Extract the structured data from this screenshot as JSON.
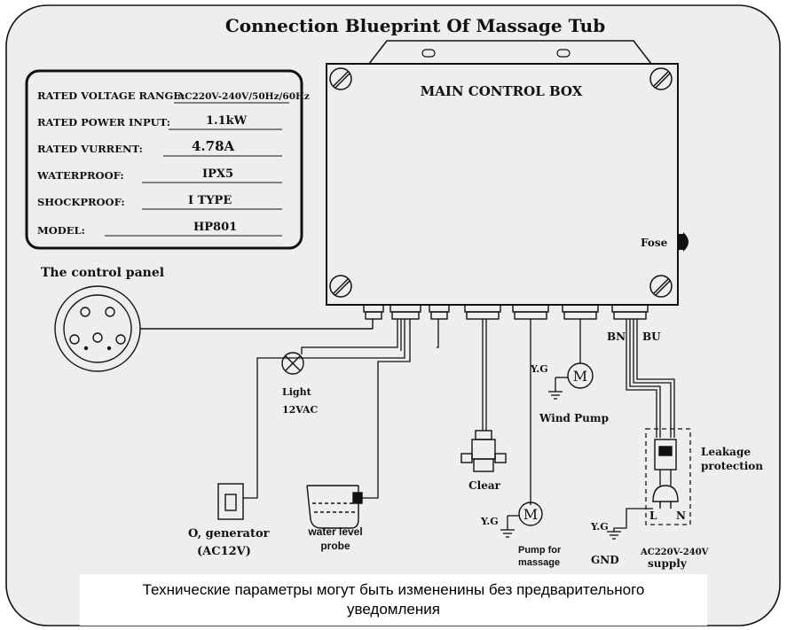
{
  "title": "Connection Blueprint Of Massage Tub",
  "specs": {
    "voltage_label": "RATED VOLTAGE RANGE:",
    "voltage_value": "AC220V-240V/50Hz/60Hz",
    "power_label": "RATED POWER INPUT:",
    "power_value": "1.1kW",
    "current_label": "RATED VURRENT:",
    "current_value": "4.78A",
    "waterproof_label": "WATERPROOF:",
    "waterproof_value": "IPX5",
    "shockproof_label": "SHOCKPROOF:",
    "shockproof_value": "I TYPE",
    "model_label": "MODEL:",
    "model_value": "HP801"
  },
  "control_box": {
    "label": "MAIN CONTROL BOX",
    "fuse_label": "Fose"
  },
  "control_panel": {
    "label": "The control panel"
  },
  "components": {
    "light_line1": "Light",
    "light_line2": "12VAC",
    "o2_line1": "O, generator",
    "o2_line2": "(AC12V)",
    "water_line1": "water level",
    "water_line2": "probe",
    "clear": "Clear",
    "pump_line1": "Pump for",
    "pump_line2": "massage",
    "wind_pump": "Wind Pump",
    "motor_symbol": "M",
    "yg": "Y.G",
    "bn": "BN",
    "bu": "BU",
    "leakage_line1": "Leakage",
    "leakage_line2": "protection",
    "plug_l": "L",
    "plug_n": "N",
    "gnd": "GND",
    "supply_line1": "AC220V-240V",
    "supply_line2": "supply"
  },
  "footer": {
    "note": "Технические параметры могут быть измененины без предварительного уведомления"
  },
  "colors": {
    "background": "#eeeeee",
    "line": "#111111",
    "footer_bg": "#ffffff"
  }
}
